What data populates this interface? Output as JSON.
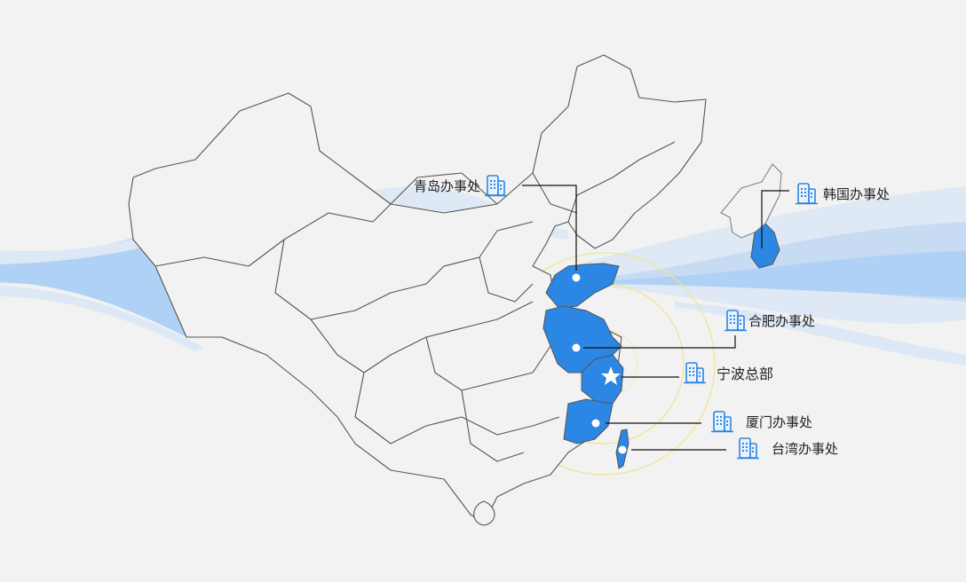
{
  "colors": {
    "background": "#f2f2f2",
    "highlight": "#2b86e4",
    "border": "#555555",
    "wave_light": "#dce8f5",
    "wave_mid": "#c7dcf3",
    "wave_dark": "#b0d1f6",
    "ring": "#f3e48a",
    "leader_line": "#111111"
  },
  "offices": [
    {
      "id": "qingdao",
      "label": "青岛办事处",
      "type": "office"
    },
    {
      "id": "korea",
      "label": "韩国办事处",
      "type": "office"
    },
    {
      "id": "hefei",
      "label": "合肥办事处",
      "type": "office"
    },
    {
      "id": "ningbo",
      "label": "宁波总部",
      "type": "headquarters"
    },
    {
      "id": "xiamen",
      "label": "厦门办事处",
      "type": "office"
    },
    {
      "id": "taiwan",
      "label": "台湾办事处",
      "type": "office"
    }
  ],
  "icons": {
    "office": "building-icon",
    "headquarters": "star-icon",
    "marker": "dot-marker"
  }
}
